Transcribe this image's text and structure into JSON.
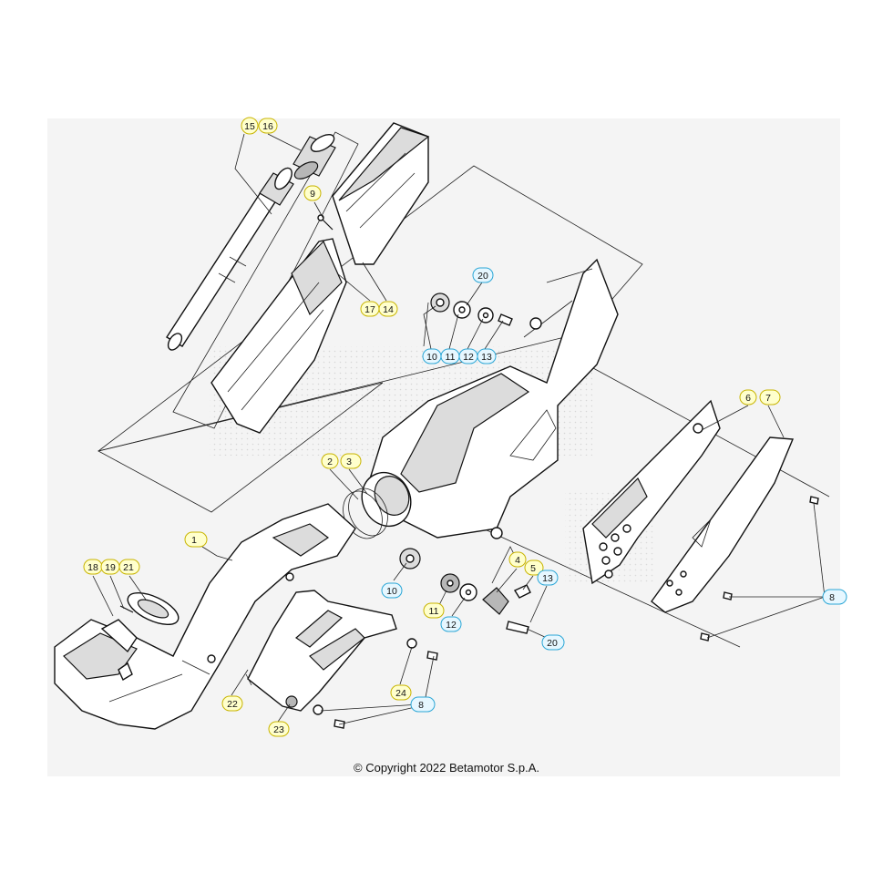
{
  "copyright": "© Copyright 2022 Betamotor S.p.A.",
  "callouts": [
    {
      "id": "c15",
      "label": "15",
      "style": "yellow"
    },
    {
      "id": "c16",
      "label": "16",
      "style": "yellow"
    },
    {
      "id": "c9",
      "label": "9",
      "style": "yellow"
    },
    {
      "id": "c17",
      "label": "17",
      "style": "yellow"
    },
    {
      "id": "c14",
      "label": "14",
      "style": "yellow"
    },
    {
      "id": "c20a",
      "label": "20",
      "style": "blue"
    },
    {
      "id": "c10a",
      "label": "10",
      "style": "blue"
    },
    {
      "id": "c11a",
      "label": "11",
      "style": "blue"
    },
    {
      "id": "c12a",
      "label": "12",
      "style": "blue"
    },
    {
      "id": "c13a",
      "label": "13",
      "style": "blue"
    },
    {
      "id": "c6",
      "label": "6",
      "style": "yellow"
    },
    {
      "id": "c7",
      "label": "7",
      "style": "yellow"
    },
    {
      "id": "c2",
      "label": "2",
      "style": "yellow"
    },
    {
      "id": "c3",
      "label": "3",
      "style": "yellow"
    },
    {
      "id": "c1",
      "label": "1",
      "style": "yellow"
    },
    {
      "id": "c18",
      "label": "18",
      "style": "yellow"
    },
    {
      "id": "c19",
      "label": "19",
      "style": "yellow"
    },
    {
      "id": "c21",
      "label": "21",
      "style": "yellow"
    },
    {
      "id": "c4",
      "label": "4",
      "style": "yellow"
    },
    {
      "id": "c5",
      "label": "5",
      "style": "yellow"
    },
    {
      "id": "c13b",
      "label": "13",
      "style": "blue"
    },
    {
      "id": "c10b",
      "label": "10",
      "style": "blue"
    },
    {
      "id": "c11b",
      "label": "11",
      "style": "yellow"
    },
    {
      "id": "c12b",
      "label": "12",
      "style": "blue"
    },
    {
      "id": "c20b",
      "label": "20",
      "style": "blue"
    },
    {
      "id": "c8a",
      "label": "8",
      "style": "blue"
    },
    {
      "id": "c22",
      "label": "22",
      "style": "yellow"
    },
    {
      "id": "c24",
      "label": "24",
      "style": "yellow"
    },
    {
      "id": "c8b",
      "label": "8",
      "style": "blue"
    },
    {
      "id": "c23",
      "label": "23",
      "style": "yellow"
    }
  ],
  "colors": {
    "yellow_fill": "#ffffcc",
    "yellow_stroke": "#c8b400",
    "blue_fill": "#e6f7ff",
    "blue_stroke": "#2aa6d6",
    "rule": "#c8b400"
  }
}
